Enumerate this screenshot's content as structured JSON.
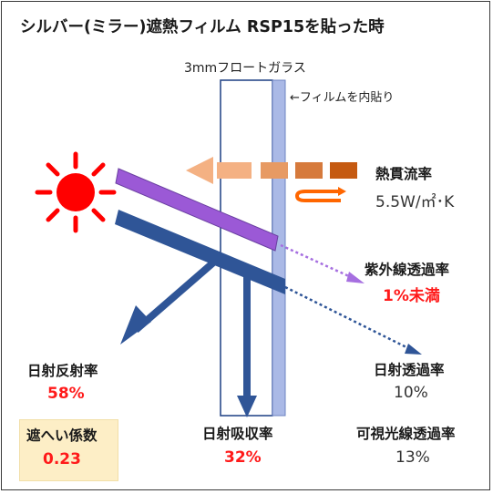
{
  "title": "シルバー(ミラー)遮熱フィルム RSP15を貼った時",
  "glass_label": "3mmフロートガラス",
  "film_label": "←フィルムを内貼り",
  "heat_transfer": {
    "label": "熱貫流率",
    "value": "5.5W/㎡･K"
  },
  "uv": {
    "label": "紫外線透過率",
    "value": "1%未満"
  },
  "solar_transmittance": {
    "label": "日射透過率",
    "value": "10%"
  },
  "solar_reflectance": {
    "label": "日射反射率",
    "value": "58%"
  },
  "solar_absorptance": {
    "label": "日射吸収率",
    "value": "32%"
  },
  "visible_transmittance": {
    "label": "可視光線透過率",
    "value": "13%"
  },
  "shading_coefficient": {
    "label": "遮へい係数",
    "value": "0.23"
  },
  "colors": {
    "sun": "#ff0000",
    "solar_arrow": "#2f5597",
    "uv_arrow": "#9b59d6",
    "heat_arrow": "#f4b183",
    "heat_arrow_dark": "#c55a11",
    "heat_return": "#ff6600",
    "glass_film": "#aab9e6",
    "red_value": "#ff1a1a",
    "shade_box": "#fdeec6"
  }
}
